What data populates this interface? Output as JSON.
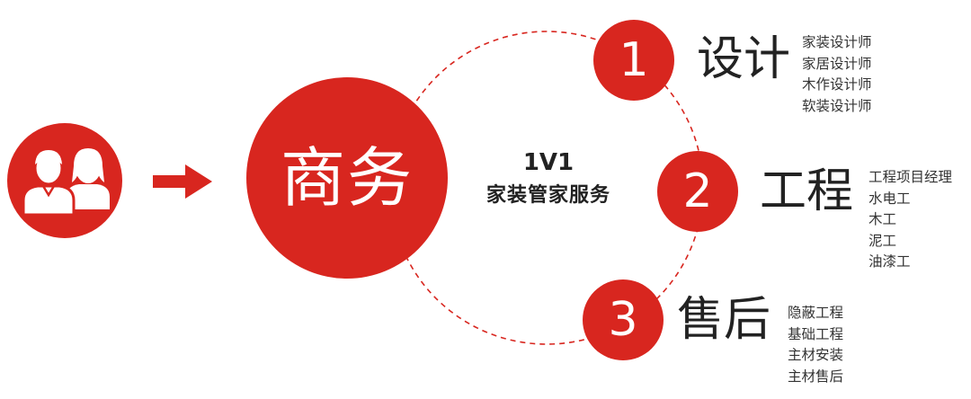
{
  "main": {
    "label": "商务"
  },
  "center": {
    "line1": "1V1",
    "line2": "家装管家服务"
  },
  "stages": [
    {
      "number": "1",
      "title": "设计",
      "items": [
        "家装设计师",
        "家居设计师",
        "木作设计师",
        "软装设计师"
      ]
    },
    {
      "number": "2",
      "title": "工程",
      "items": [
        "工程项目经理",
        "水电工",
        "木工",
        "泥工",
        "油漆工"
      ]
    },
    {
      "number": "3",
      "title": "售后",
      "items": [
        "隐蔽工程",
        "基础工程",
        "主材安装",
        "主材售后"
      ]
    }
  ],
  "colors": {
    "accent": "#d8261f",
    "text": "#222222"
  },
  "icons": {
    "customers": "users-icon",
    "flow": "arrow-right-icon"
  }
}
